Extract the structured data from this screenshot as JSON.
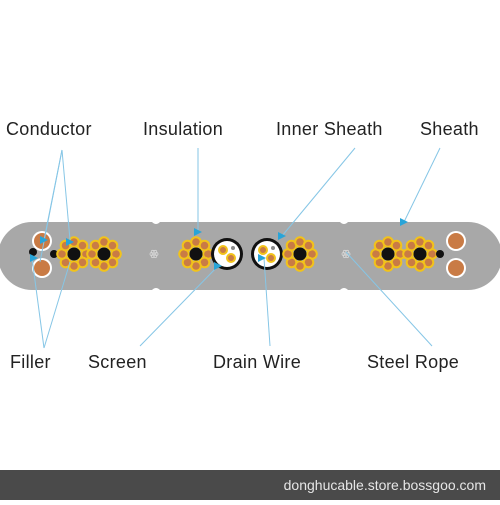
{
  "labels": {
    "conductor": "Conductor",
    "insulation": "Insulation",
    "inner_sheath": "Inner Sheath",
    "sheath": "Sheath",
    "filler": "Filler",
    "screen": "Screen",
    "drain_wire": "Drain Wire",
    "steel_rope": "Steel Rope"
  },
  "footer": {
    "watermark": "donghucable.store.bossgoo.com"
  },
  "colors": {
    "sheath": "#a8a8a8",
    "insulation": "#f2c31a",
    "conductor": "#c97b45",
    "core_center": "#111111",
    "pointer": "#28a4d8",
    "leader": "#86c6e6"
  }
}
